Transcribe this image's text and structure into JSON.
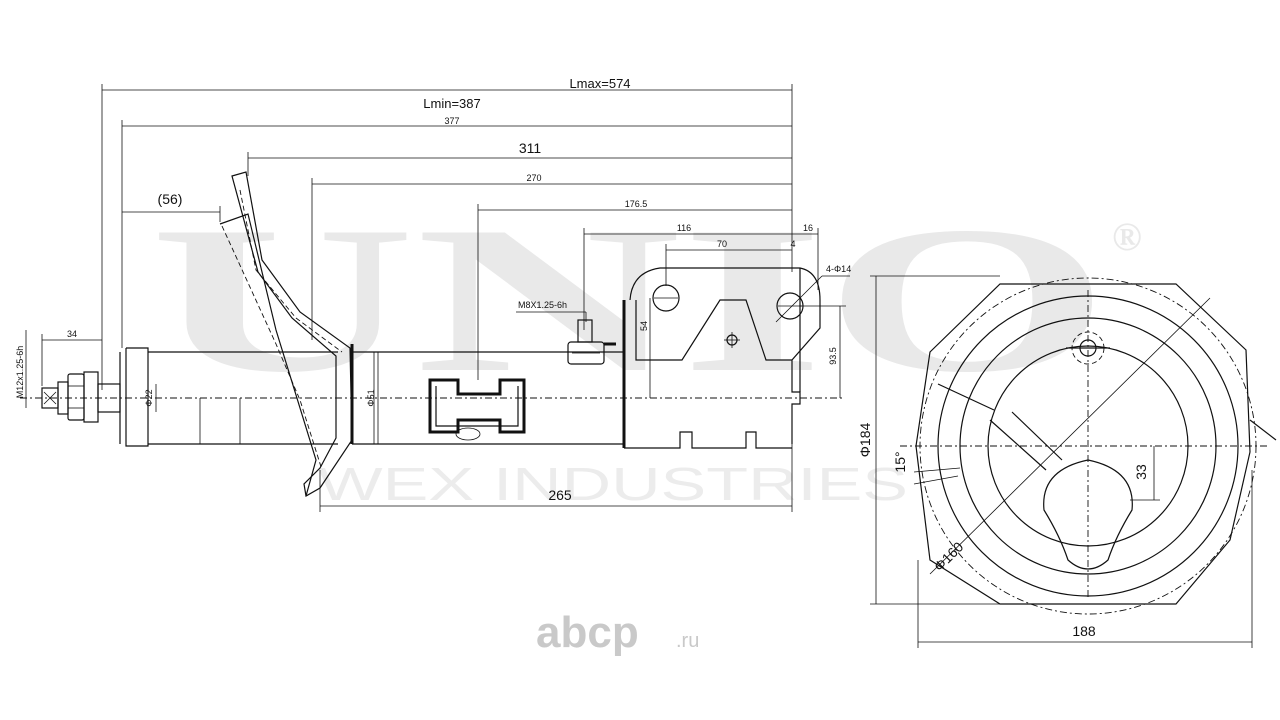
{
  "watermark": {
    "brand": "UNIO",
    "registered": "®",
    "subtitle": "WEX INDUSTRIES"
  },
  "site_logo": {
    "name": "abcp",
    "tld": ".ru"
  },
  "dimensions": {
    "lmax": "Lmax=574",
    "lmin": "Lmin=387",
    "d377": "377",
    "d311": "311",
    "d270": "270",
    "d56": "(56)",
    "d1765": "176.5",
    "d116": "116",
    "d70": "70",
    "d16": "16",
    "d4": "4",
    "holes": "4-Φ14",
    "thread_bracket": "M8X1.25-6h",
    "thread_top": "M12x1.25-6h",
    "d34": "34",
    "d22": "Φ22",
    "d51": "Φ51",
    "d54": "54",
    "d935": "93.5",
    "d265": "265",
    "d184": "Φ184",
    "d160": "Φ160",
    "d188": "188",
    "d33": "33",
    "angle15": "15°"
  }
}
